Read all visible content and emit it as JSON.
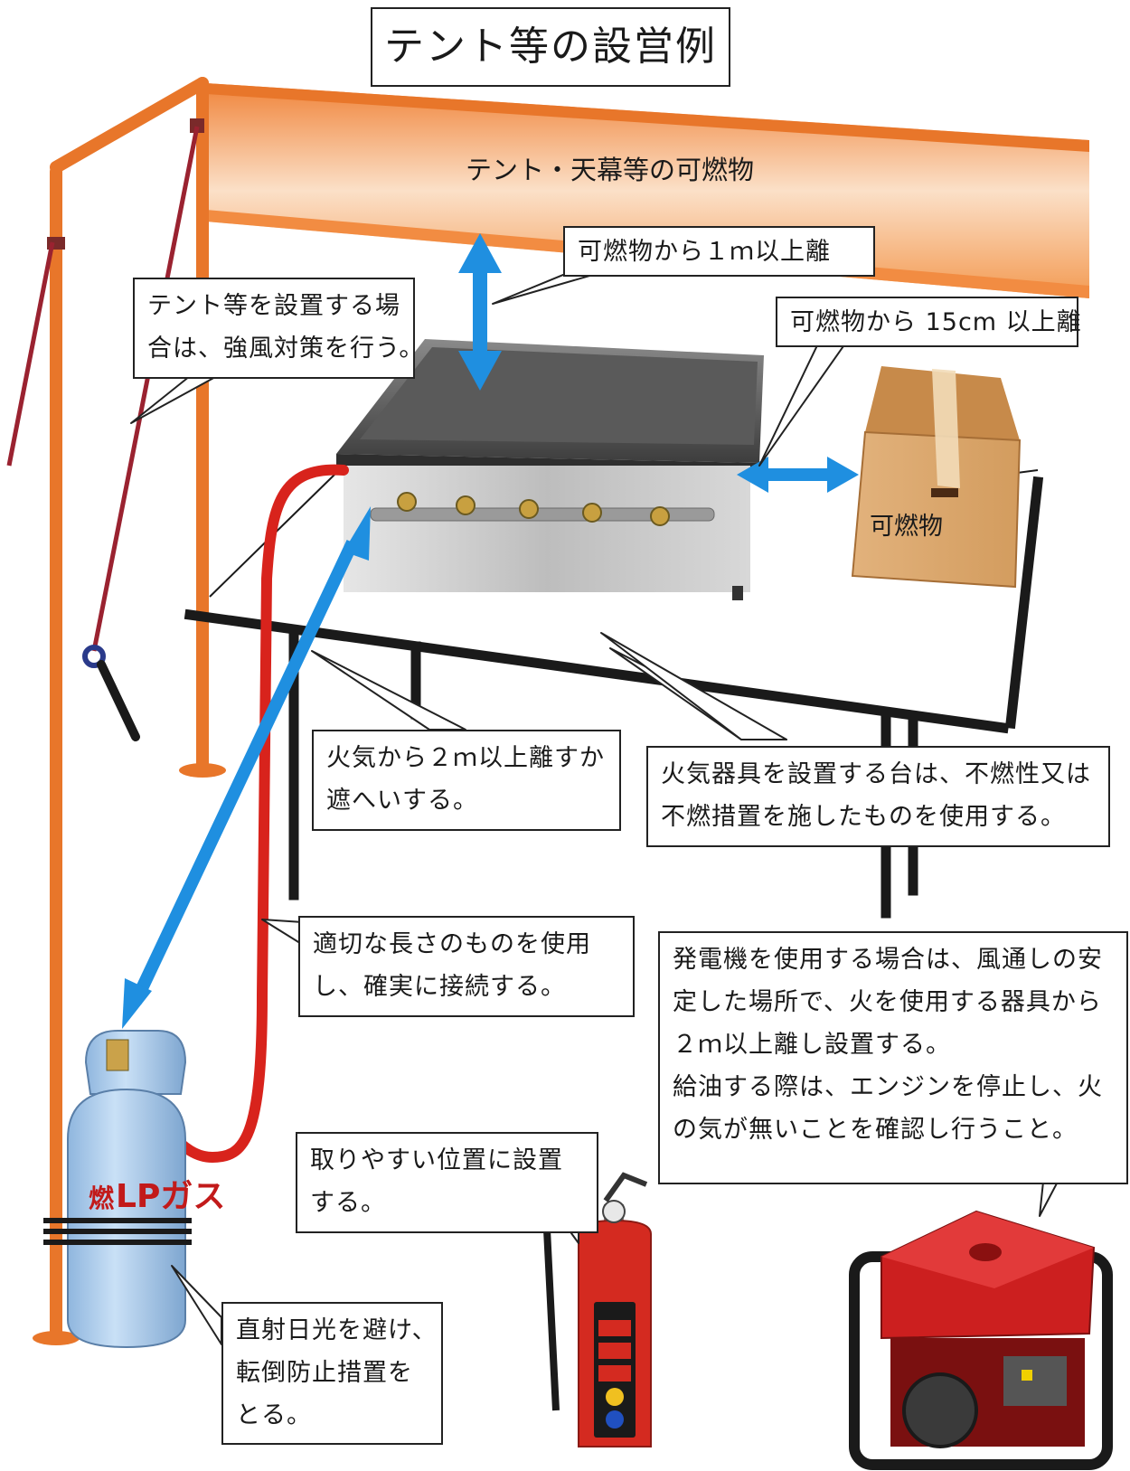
{
  "title": "テント等の設営例",
  "tent_label": "テント・天幕等の可燃物",
  "box_label": "可燃物",
  "callouts": {
    "wind": [
      "テント等を設置する場",
      "合は、強風対策を行う。"
    ],
    "clearance_1m": [
      "可燃物から１ｍ以上離"
    ],
    "clearance_15cm": [
      "可燃物から 15cm 以上離"
    ],
    "fire_2m": [
      "火気から２ｍ以上離すか",
      "遮へいする。"
    ],
    "stand": [
      "火気器具を設置する台は、不燃性又は",
      "不燃措置を施したものを使用する。"
    ],
    "hose": [
      "適切な長さのものを使用",
      "し、確実に接続する。"
    ],
    "generator": [
      "発電機を使用する場合は、風通しの安",
      "定した場所で、火を使用する器具から",
      "２ｍ以上離し設置する。",
      "給油する際は、エンジンを停止し、火",
      "の気が無いことを確認し行うこと。"
    ],
    "extinguisher": [
      "取りやすい位置に設置",
      "する。"
    ],
    "cylinder": [
      "直射日光を避け、",
      "転倒防止措置を",
      "とる。"
    ]
  },
  "cylinder_text": {
    "brand": "LPガス",
    "mark": "燃"
  },
  "colors": {
    "tent_frame": "#e8762a",
    "canopy": "#f39a52",
    "arrow": "#1f8fe0",
    "hose": "#d8231c",
    "cylinder": "#a9cbec",
    "cardboard": "#dca870",
    "extinguisher": "#d42a20",
    "generator": "#cc1f1f"
  },
  "icons": [
    "griddle-icon",
    "cardboard-box-icon",
    "gas-cylinder-icon",
    "fire-extinguisher-icon",
    "generator-icon"
  ]
}
